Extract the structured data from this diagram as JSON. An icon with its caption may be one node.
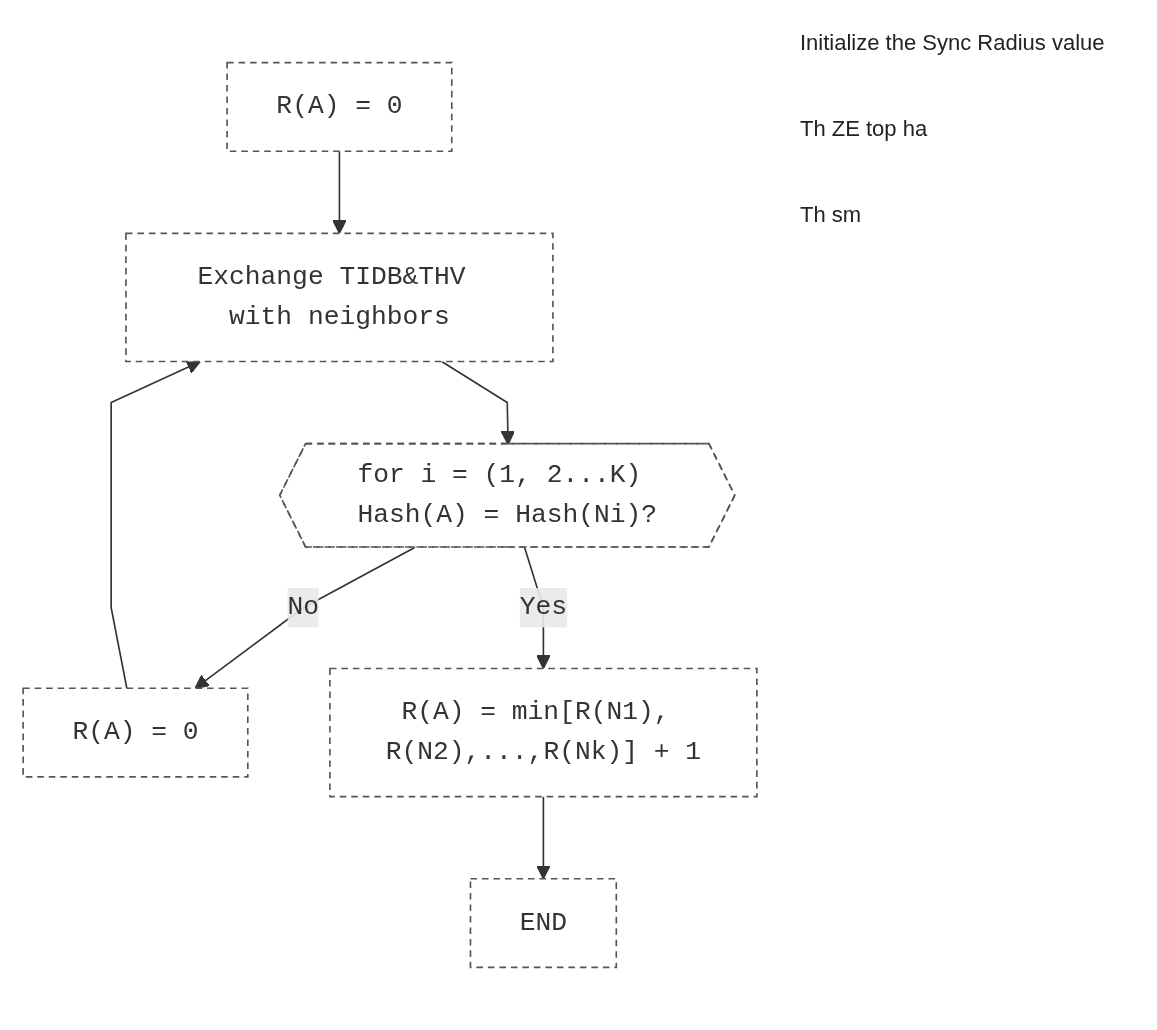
{
  "diagram": {
    "nodes": [
      {
        "text": [
          "R(A) = 0"
        ]
      },
      {
        "text": [
          "Exchange TIDB&THV with neighbors"
        ]
      },
      {
        "text": [
          "for i = (1, 2...K) Hash(A) = Hash(Ni)?"
        ]
      },
      {
        "text": [
          "R(A) = 0"
        ]
      },
      {
        "text": [
          "R(A) = min[R(N1), R(N2),...,R(Nk)] + 1"
        ]
      },
      {
        "text": [
          "END"
        ]
      }
    ],
    "edges": [
      {
        "from": 0,
        "to": 1,
        "arrow": "to"
      },
      {
        "from": 1,
        "to": 2,
        "arrow": "to"
      },
      {
        "from": 2,
        "to": 3,
        "label": "No",
        "arrow": "to"
      },
      {
        "from": 3,
        "to": 1,
        "arrow": "to"
      },
      {
        "from": 2,
        "to": 4,
        "label": "Yes",
        "arrow": "to"
      },
      {
        "from": 4,
        "to": 5,
        "arrow": "to"
      }
    ],
    "labels": [
      "Initialize the Sync Radius value",
      "Th ZE top ha",
      "Th sm"
    ]
  }
}
